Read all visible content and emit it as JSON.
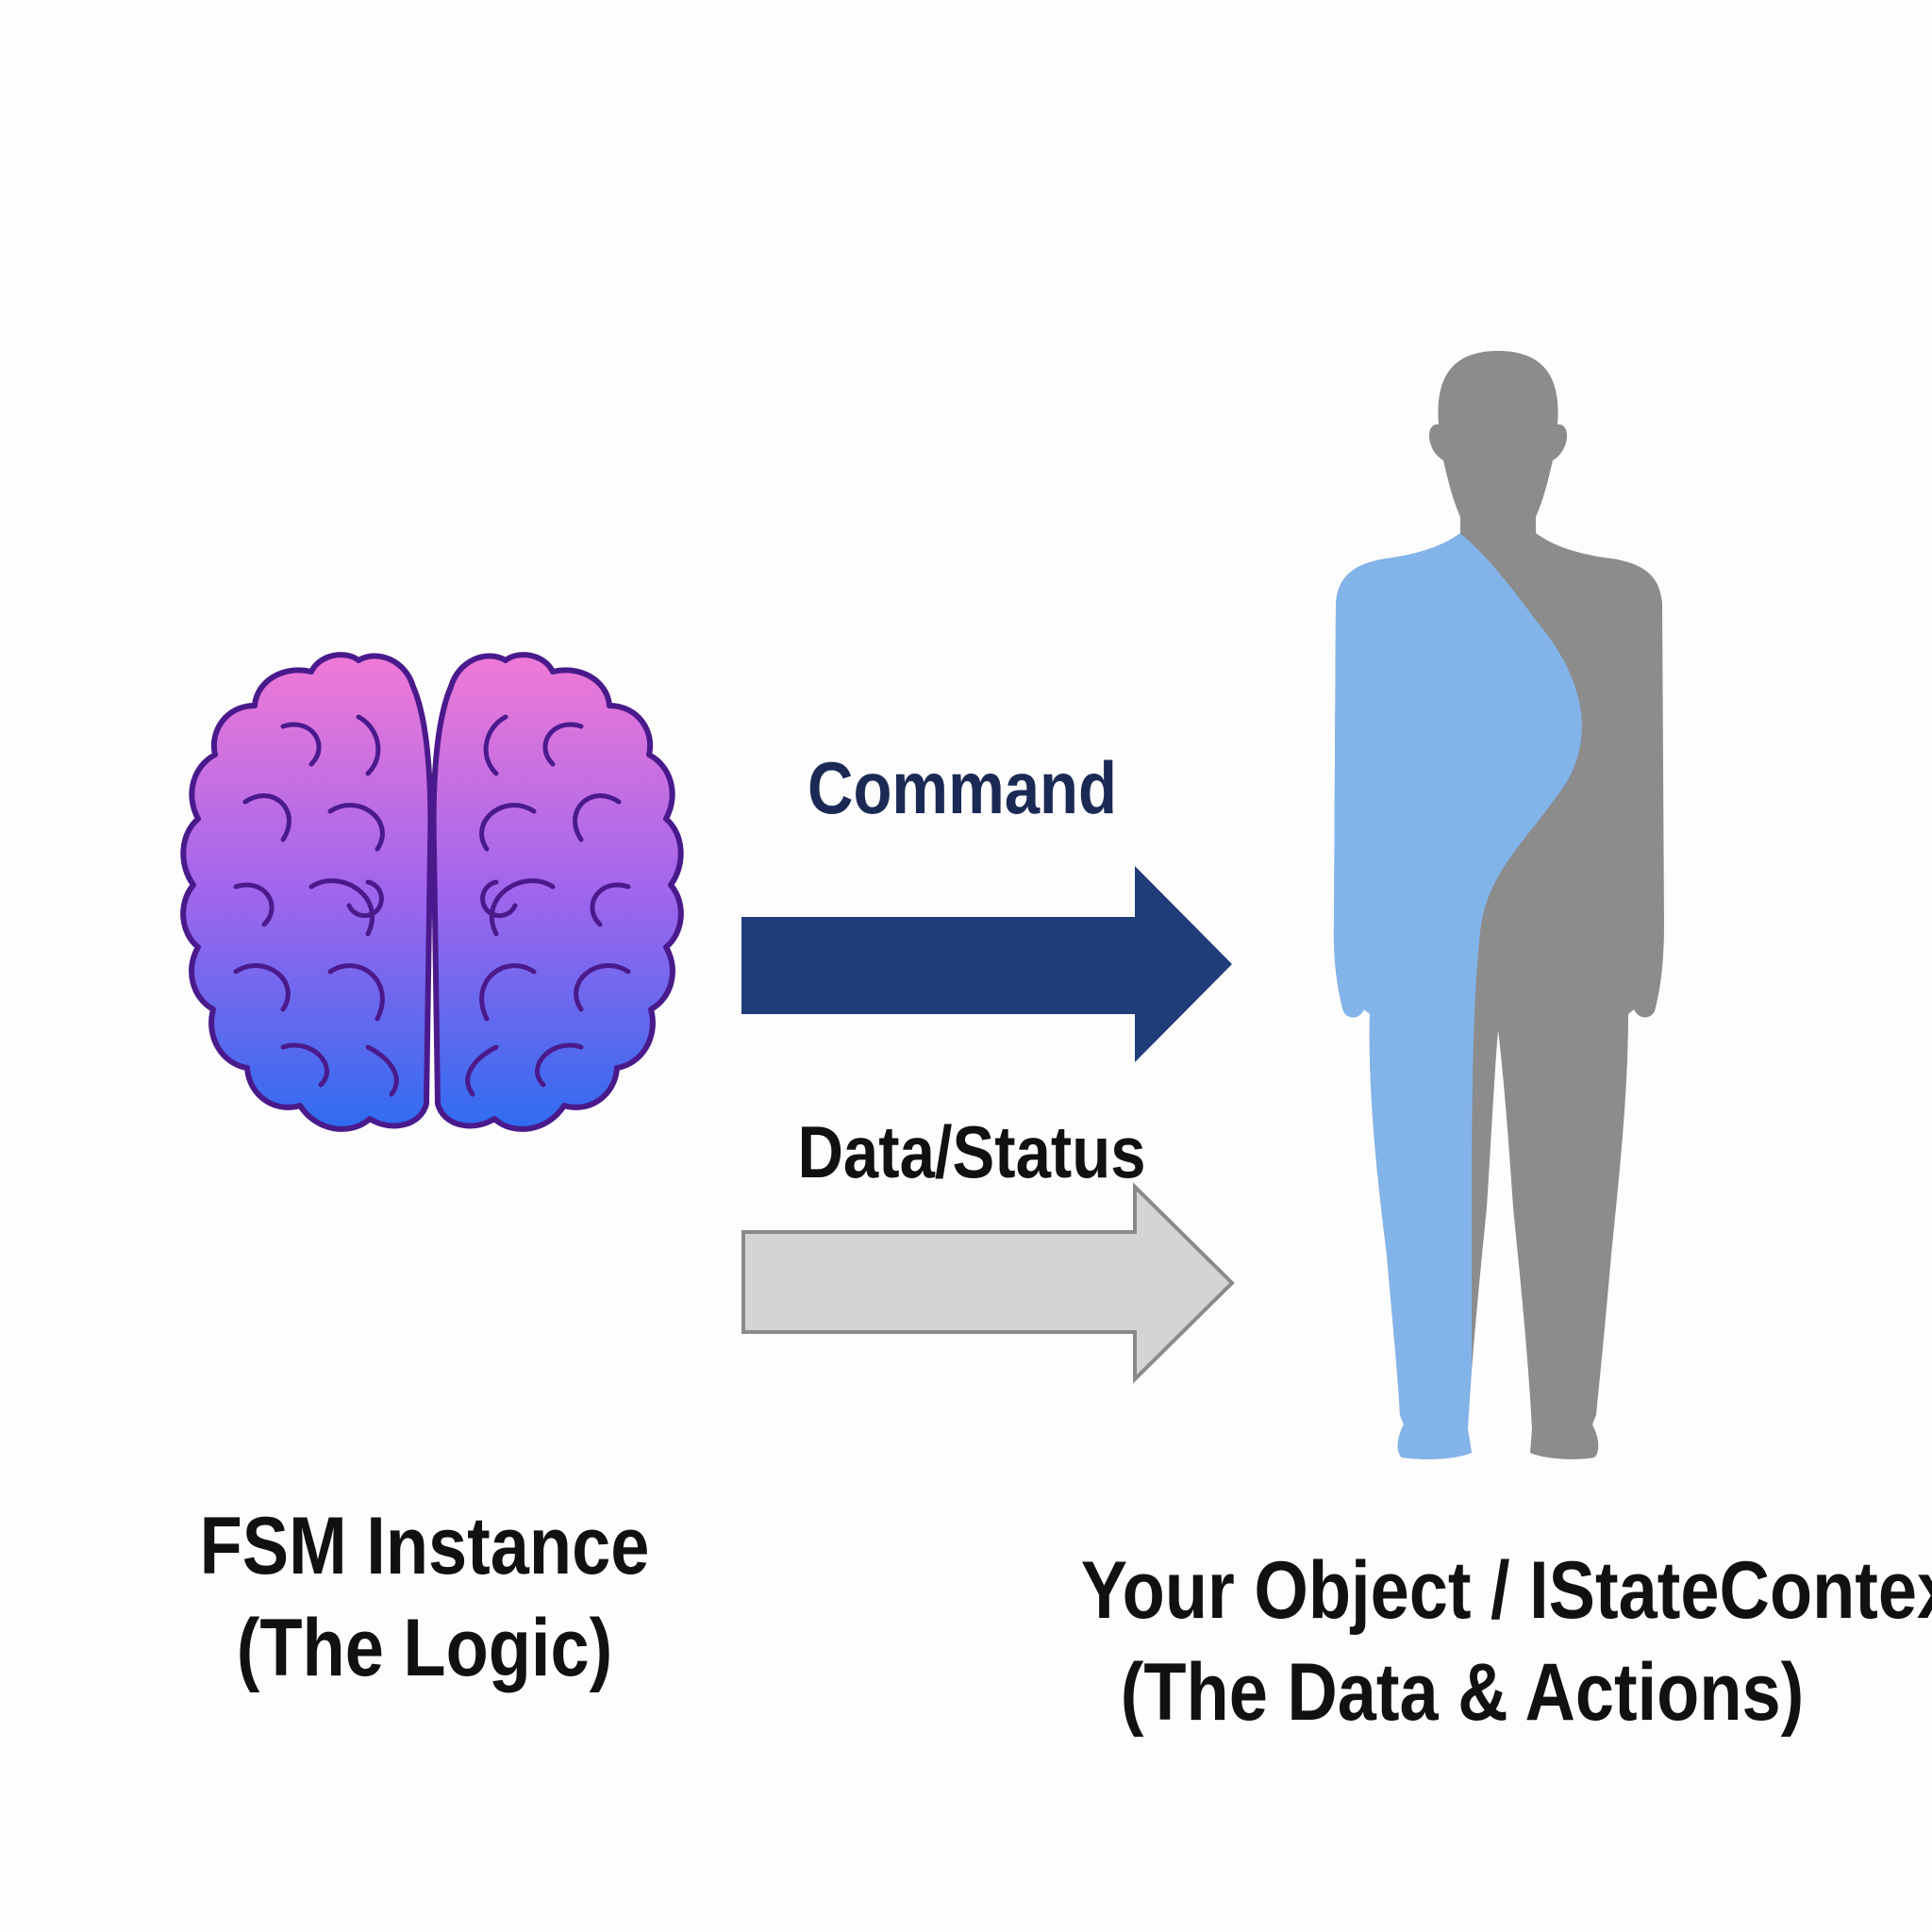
{
  "diagram": {
    "left_node": {
      "icon": "brain-icon",
      "title": "FSM Instance",
      "subtitle": "(The Logic)"
    },
    "right_node": {
      "icon": "person-silhouette-icon",
      "title": "Your Object / IStateContext",
      "subtitle": "(The Data & Actions)"
    },
    "arrows": [
      {
        "label": "Command",
        "direction": "right",
        "style": "filled",
        "color": "#1f3d78"
      },
      {
        "label": "Data/Status",
        "direction": "right",
        "style": "outlined",
        "color": "#d4d4d4"
      }
    ]
  },
  "colors": {
    "brain_top": "#f07ad6",
    "brain_mid": "#a066ec",
    "brain_bottom": "#2f6cf0",
    "brain_outline": "#4a1a8c",
    "person_blue": "#82b4ea",
    "person_gray": "#8c8c8c",
    "command_label": "#1b2a55"
  }
}
